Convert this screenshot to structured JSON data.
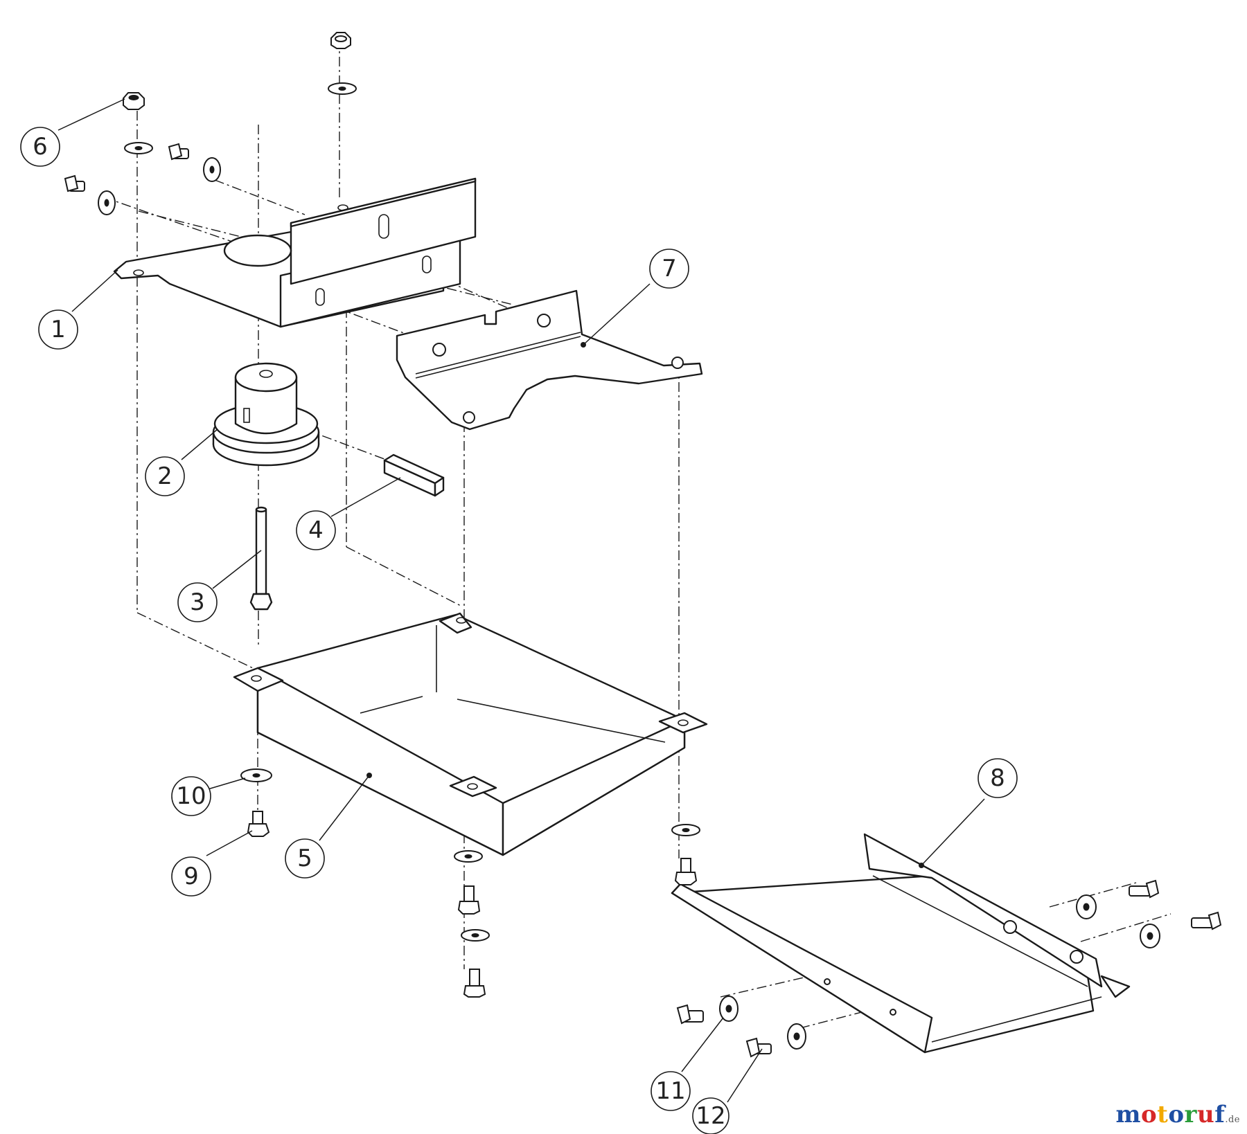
{
  "callouts": [
    {
      "id": "1",
      "label": "1"
    },
    {
      "id": "2",
      "label": "2"
    },
    {
      "id": "3",
      "label": "3"
    },
    {
      "id": "4",
      "label": "4"
    },
    {
      "id": "5",
      "label": "5"
    },
    {
      "id": "6",
      "label": "6"
    },
    {
      "id": "7",
      "label": "7"
    },
    {
      "id": "8",
      "label": "8"
    },
    {
      "id": "9",
      "label": "9"
    },
    {
      "id": "10",
      "label": "10"
    },
    {
      "id": "11",
      "label": "11"
    },
    {
      "id": "12",
      "label": "12"
    }
  ],
  "watermark": {
    "letters": [
      "m",
      "o",
      "t",
      "o",
      "r",
      "u",
      "f"
    ],
    "colors": [
      "#1f4fa3",
      "#d62828",
      "#f2a900",
      "#1f4fa3",
      "#2a9d3a",
      "#d62828",
      "#1f4fa3"
    ],
    "suffix": ".de"
  }
}
